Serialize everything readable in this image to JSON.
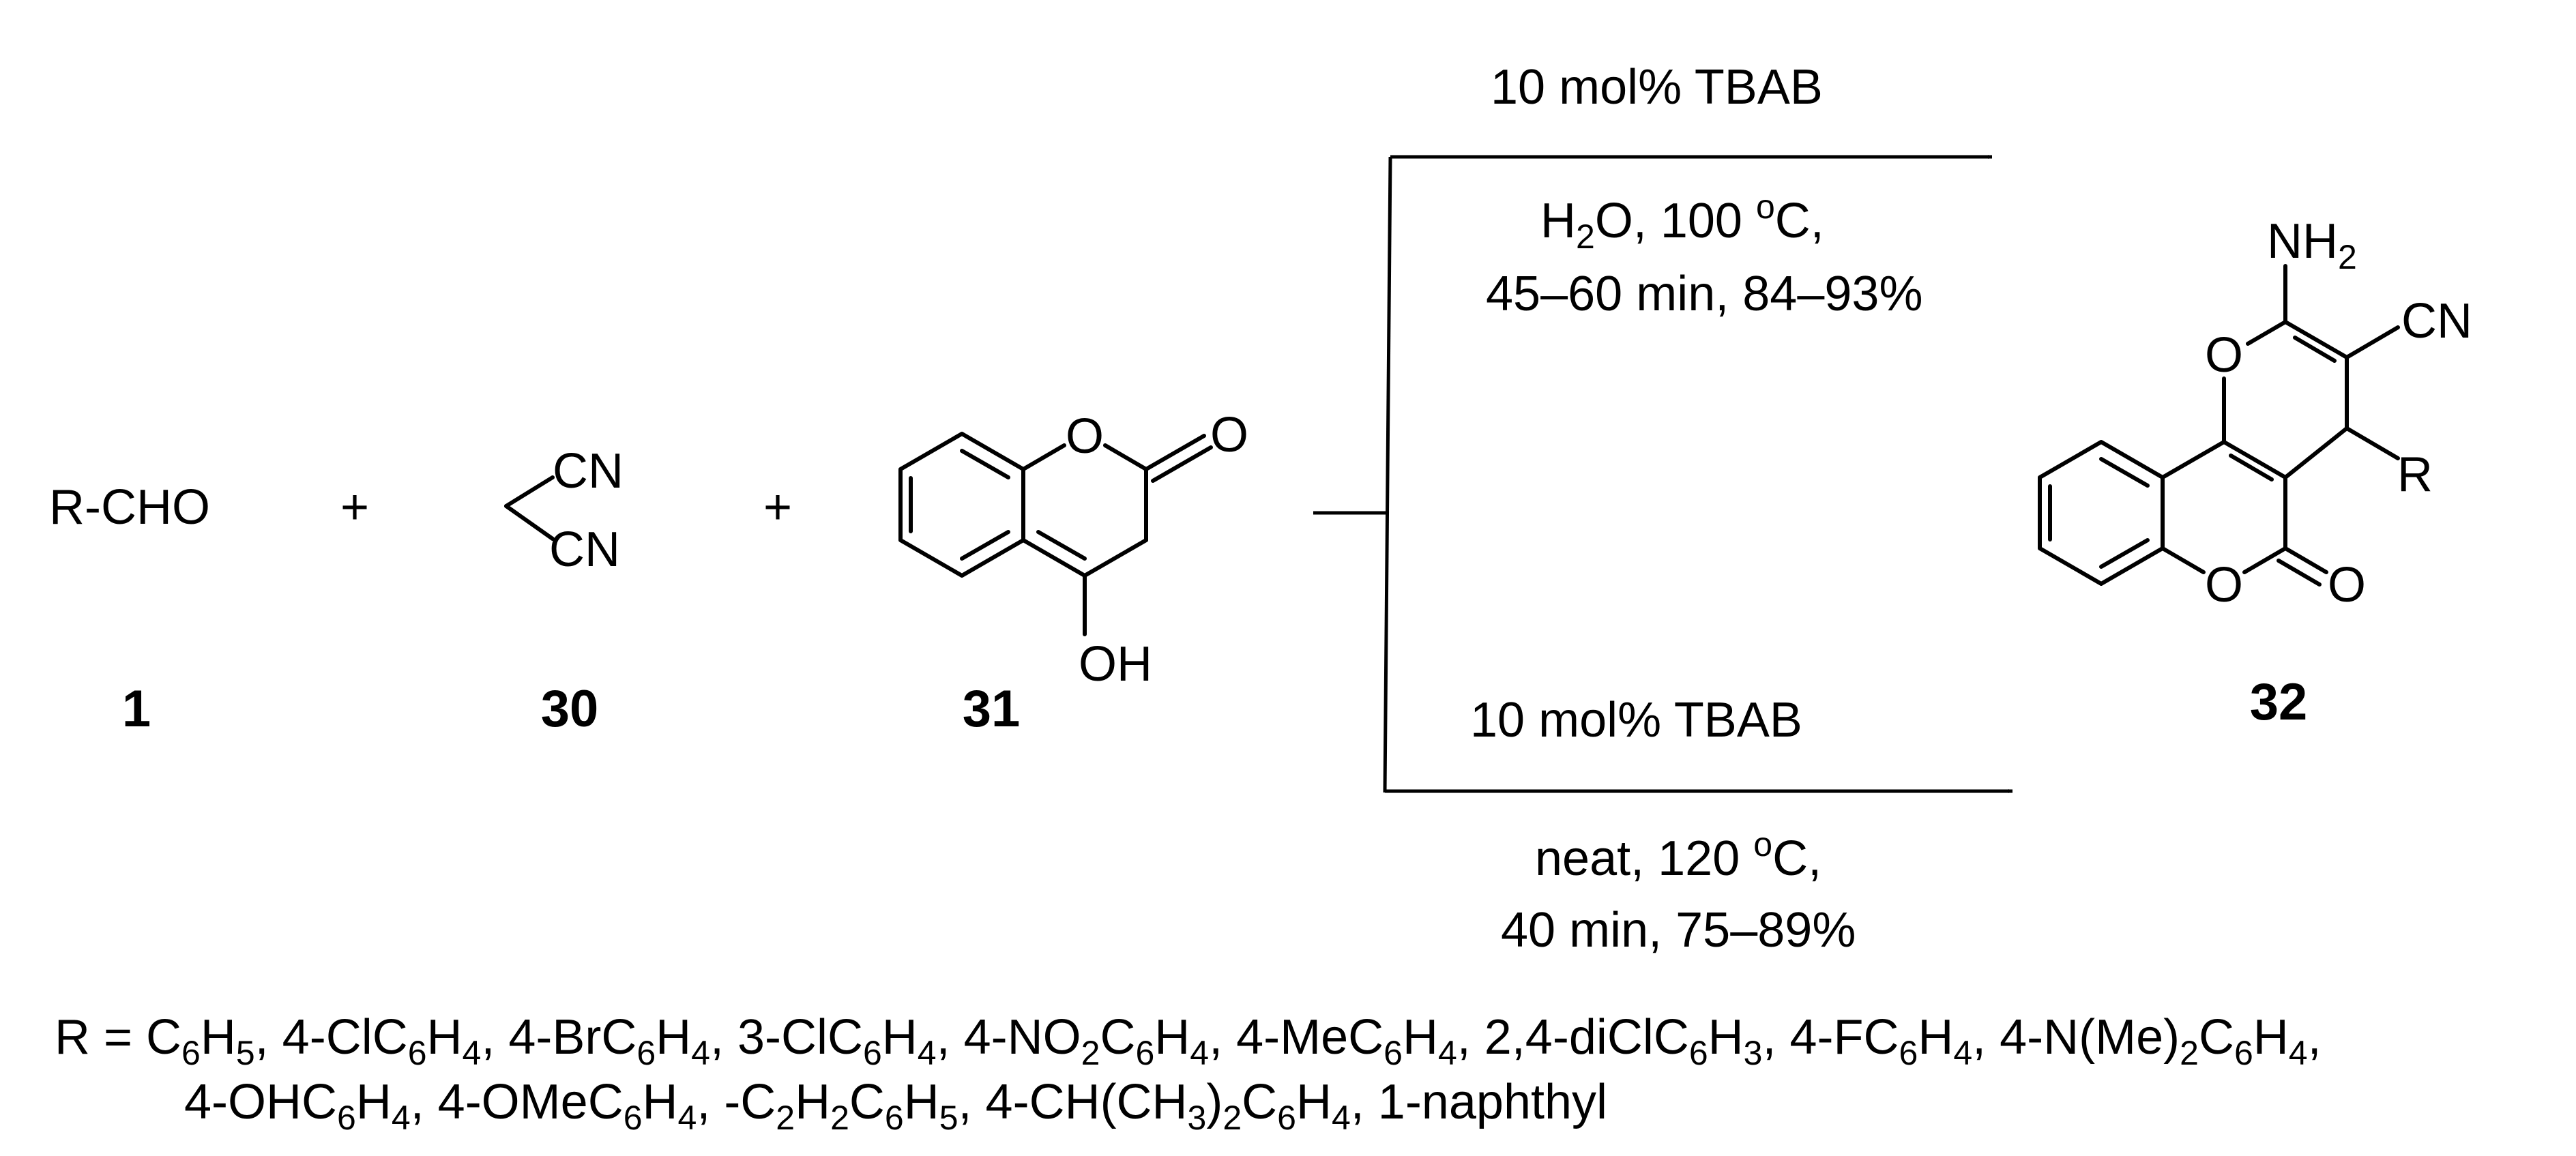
{
  "compounds": {
    "aldehyde": {
      "formula": "R-CHO",
      "number": "1"
    },
    "malononitrile": {
      "cn_top": "CN",
      "cn_bottom": "CN",
      "number": "30"
    },
    "hydroxycoumarin": {
      "ring_o": "O",
      "carbonyl_o": "O",
      "oh": "OH",
      "number": "31"
    },
    "product": {
      "nh2": "NH",
      "nh2_sub": "2",
      "cn": "CN",
      "r": "R",
      "ring_o": "O",
      "lactone_o": "O",
      "carbonyl_o": "O",
      "number": "32"
    }
  },
  "plus_sign": "+",
  "route_top": {
    "catalyst": "10 mol% TBAB",
    "solvent_h": "H",
    "solvent_sub": "2",
    "solvent_rest": "O, 100 ",
    "degree": "o",
    "temp_unit": "C,",
    "time_yield": "45–60 min, 84–93%"
  },
  "route_bottom": {
    "catalyst": "10 mol% TBAB",
    "medium": "neat, 120 ",
    "degree": "o",
    "temp_unit": "C,",
    "time_yield": "40 min, 75–89%"
  },
  "substituents": {
    "line1": [
      {
        "t": "R = C"
      },
      {
        "s": "6"
      },
      {
        "t": "H"
      },
      {
        "s": "5"
      },
      {
        "t": ", 4-ClC"
      },
      {
        "s": "6"
      },
      {
        "t": "H"
      },
      {
        "s": "4"
      },
      {
        "t": ", 4-BrC"
      },
      {
        "s": "6"
      },
      {
        "t": "H"
      },
      {
        "s": "4"
      },
      {
        "t": ", 3-ClC"
      },
      {
        "s": "6"
      },
      {
        "t": "H"
      },
      {
        "s": "4"
      },
      {
        "t": ", 4-NO"
      },
      {
        "s": "2"
      },
      {
        "t": "C"
      },
      {
        "s": "6"
      },
      {
        "t": "H"
      },
      {
        "s": "4"
      },
      {
        "t": ", 4-MeC"
      },
      {
        "s": "6"
      },
      {
        "t": "H"
      },
      {
        "s": "4"
      },
      {
        "t": ", 2,4-diClC"
      },
      {
        "s": "6"
      },
      {
        "t": "H"
      },
      {
        "s": "3"
      },
      {
        "t": ", 4-FC"
      },
      {
        "s": "6"
      },
      {
        "t": "H"
      },
      {
        "s": "4"
      },
      {
        "t": ", 4-N(Me)"
      },
      {
        "s": "2"
      },
      {
        "t": "C"
      },
      {
        "s": "6"
      },
      {
        "t": "H"
      },
      {
        "s": "4"
      },
      {
        "t": ","
      }
    ],
    "line2": [
      {
        "t": "4-OHC"
      },
      {
        "s": "6"
      },
      {
        "t": "H"
      },
      {
        "s": "4"
      },
      {
        "t": ", 4-OMeC"
      },
      {
        "s": "6"
      },
      {
        "t": "H"
      },
      {
        "s": "4"
      },
      {
        "t": ", -C"
      },
      {
        "s": "2"
      },
      {
        "t": "H"
      },
      {
        "s": "2"
      },
      {
        "t": "C"
      },
      {
        "s": "6"
      },
      {
        "t": "H"
      },
      {
        "s": "5"
      },
      {
        "t": ", 4-CH(CH"
      },
      {
        "s": "3"
      },
      {
        "t": ")"
      },
      {
        "s": "2"
      },
      {
        "t": "C"
      },
      {
        "s": "6"
      },
      {
        "t": "H"
      },
      {
        "s": "4"
      },
      {
        "t": ", 1-naphthyl"
      }
    ]
  }
}
